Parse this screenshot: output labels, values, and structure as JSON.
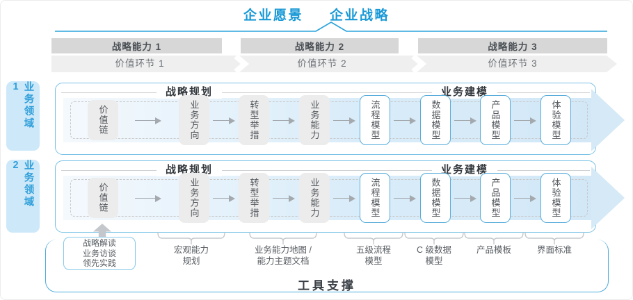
{
  "header": {
    "vision": "企业愿景",
    "strategy": "企业战略"
  },
  "capability_band": [
    "战略能力 1",
    "战略能力 2",
    "战略能力 3"
  ],
  "value_band": [
    "价值环节 1",
    "价值环节 2",
    "价值环节 3"
  ],
  "domains": [
    {
      "label": "业务领域 1"
    },
    {
      "label": "业务领域 2"
    }
  ],
  "rows": [
    {
      "planning_header": "战略规划",
      "modeling_header": "业务建模",
      "boxes": [
        "价值链",
        "业务方向",
        "转型举措",
        "业务能力",
        "流程模型",
        "数据模型",
        "产品模型",
        "体验模型"
      ]
    },
    {
      "planning_header": "战略规划",
      "modeling_header": "业务建模",
      "boxes": [
        "价值链",
        "业务方向",
        "转型举措",
        "业务能力",
        "流程模型",
        "数据模型",
        "产品模型",
        "体验模型"
      ]
    }
  ],
  "annotations": {
    "practice_box": "战略解读\n业务访谈\n领先实践",
    "labels": [
      "宏观能力\n规划",
      "业务能力地图 /\n能力主题文档",
      "五级流程\n模型",
      "C 级数据\n模型",
      "产品模板",
      "界面标准"
    ]
  },
  "footer": {
    "label": "工具支撑"
  },
  "colors": {
    "accent_blue": "#1899d6",
    "row_border_blue": "#79c1e5",
    "big_arrow_fill": "#d5e9f7",
    "capability_band_gray": "#d7d7d7",
    "value_band_gray": "#efefef",
    "domain_tag_bg": "#cde8f8",
    "gray_box_bg": "#ececec",
    "blue_box_border": "#58acda",
    "bracket_gray": "#c6c9cc"
  }
}
